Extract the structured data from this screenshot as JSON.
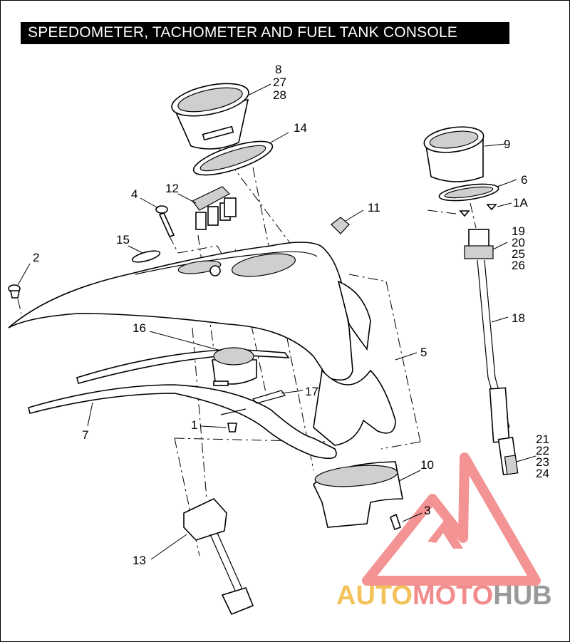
{
  "title": "SPEEDOMETER, TACHOMETER AND FUEL TANK CONSOLE",
  "labels": {
    "l8": "8",
    "l27": "27",
    "l28": "28",
    "l14": "14",
    "l9": "9",
    "l6": "6",
    "l1A": "1A",
    "l12": "12",
    "l4": "4",
    "l11": "11",
    "l15": "15",
    "l2": "2",
    "l19": "19",
    "l20": "20",
    "l25": "25",
    "l26": "26",
    "l18": "18",
    "l5": "5",
    "l16": "16",
    "l17": "17",
    "l7": "7",
    "l1": "1",
    "l21": "21",
    "l22": "22",
    "l23": "23",
    "l24": "24",
    "l10": "10",
    "l3": "3",
    "l13": "13"
  },
  "watermark": {
    "auto": "AUTO",
    "moto": "MOTO",
    "hub": "HUB",
    "colors": {
      "auto": "#f3c25a",
      "moto": "#f28c8c",
      "hub": "#9a9a9a",
      "logo": "#f07070"
    }
  }
}
